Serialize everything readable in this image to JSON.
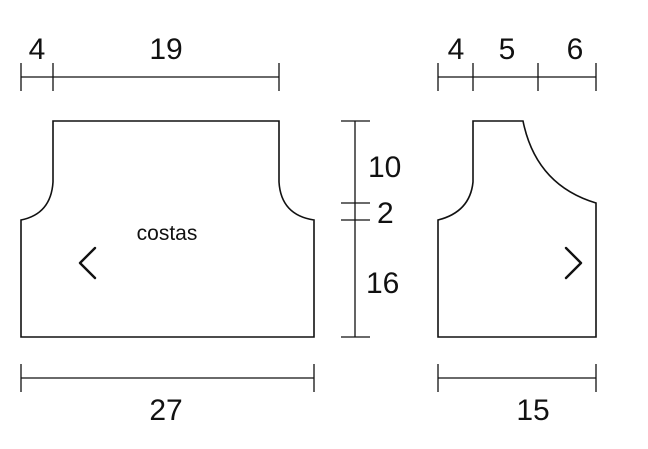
{
  "back_piece": {
    "label": "costas",
    "dims": {
      "top_shoulder": "4",
      "top_neck": "19",
      "bottom_width": "27"
    }
  },
  "height_dims": {
    "upper": "10",
    "middle": "2",
    "lower": "16"
  },
  "front_piece": {
    "dims": {
      "top_shoulder": "4",
      "top_middle": "5",
      "top_neck": "6",
      "bottom_width": "15"
    }
  },
  "navigation": {
    "prev_icon": "chevron-left-icon",
    "next_icon": "chevron-right-icon"
  }
}
